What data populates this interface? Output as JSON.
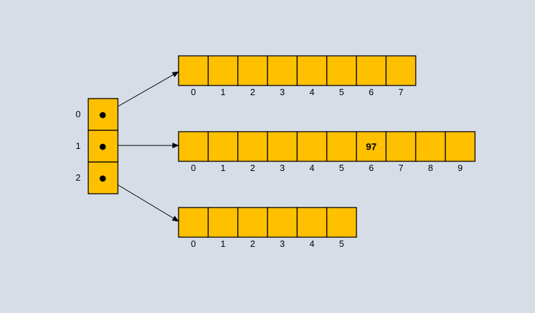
{
  "diagram": {
    "colors": {
      "background": "#d6dde7",
      "cell_fill": "#ffc000",
      "stroke": "#000000"
    },
    "pointer_array": {
      "row_labels": [
        "0",
        "1",
        "2"
      ]
    },
    "arrays": [
      {
        "index_labels": [
          "0",
          "1",
          "2",
          "3",
          "4",
          "5",
          "6",
          "7"
        ],
        "cell_values": [
          "",
          "",
          "",
          "",
          "",
          "",
          "",
          ""
        ]
      },
      {
        "index_labels": [
          "0",
          "1",
          "2",
          "3",
          "4",
          "5",
          "6",
          "7",
          "8",
          "9"
        ],
        "cell_values": [
          "",
          "",
          "",
          "",
          "",
          "",
          "97",
          "",
          "",
          ""
        ]
      },
      {
        "index_labels": [
          "0",
          "1",
          "2",
          "3",
          "4",
          "5"
        ],
        "cell_values": [
          "",
          "",
          "",
          "",
          "",
          ""
        ]
      }
    ]
  }
}
